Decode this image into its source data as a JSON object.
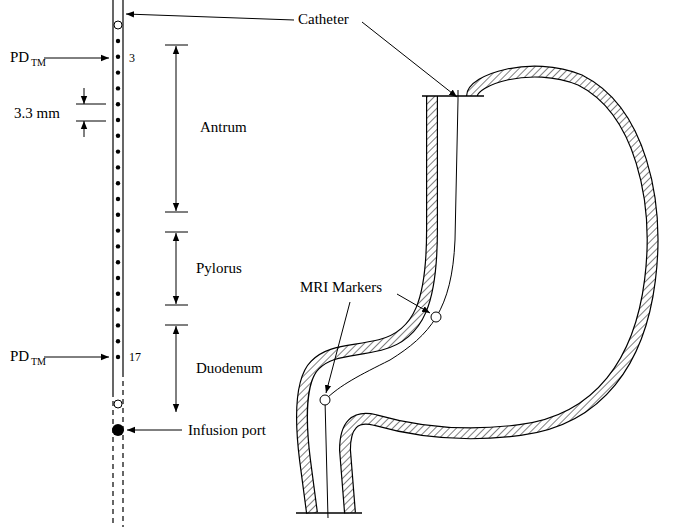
{
  "diagram": {
    "labels": [
      "Catheter",
      "PD",
      "TM",
      "3",
      "3.3 mm",
      "Antrum",
      "Pylorus",
      "PD",
      "TM",
      "17",
      "Duodenum",
      "Infusion port",
      "MRI Markers"
    ]
  }
}
